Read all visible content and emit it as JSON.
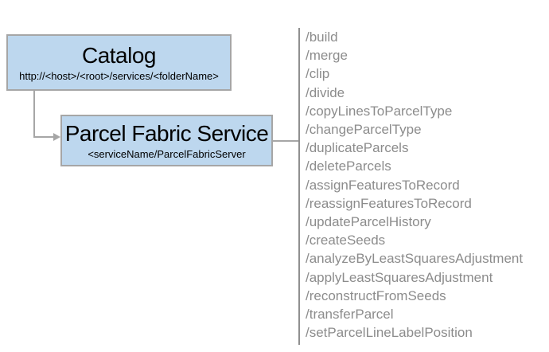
{
  "colors": {
    "background": "#ffffff",
    "box_fill": "#bdd7ee",
    "box_border": "#a6a6a6",
    "connector": "#a6a6a6",
    "divider": "#8f8f8f",
    "title_text": "#000000",
    "operation_text": "#8c8c8c"
  },
  "catalog_box": {
    "title": "Catalog",
    "subtitle": "http://<host>/<root>/services/<folderName>"
  },
  "service_box": {
    "title": "Parcel Fabric Service",
    "subtitle": "<serviceName/ParcelFabricServer"
  },
  "operations": [
    "/build",
    "/merge",
    "/clip",
    "/divide",
    "/copyLinesToParcelType",
    "/changeParcelType",
    "/duplicateParcels",
    "/deleteParcels",
    "/assignFeaturesToRecord",
    "/reassignFeaturesToRecord",
    "/updateParcelHistory",
    "/createSeeds",
    "/analyzeByLeastSquaresAdjustment",
    "/applyLeastSquaresAdjustment",
    "/reconstructFromSeeds",
    "/transferParcel",
    "/setParcelLineLabelPosition"
  ]
}
